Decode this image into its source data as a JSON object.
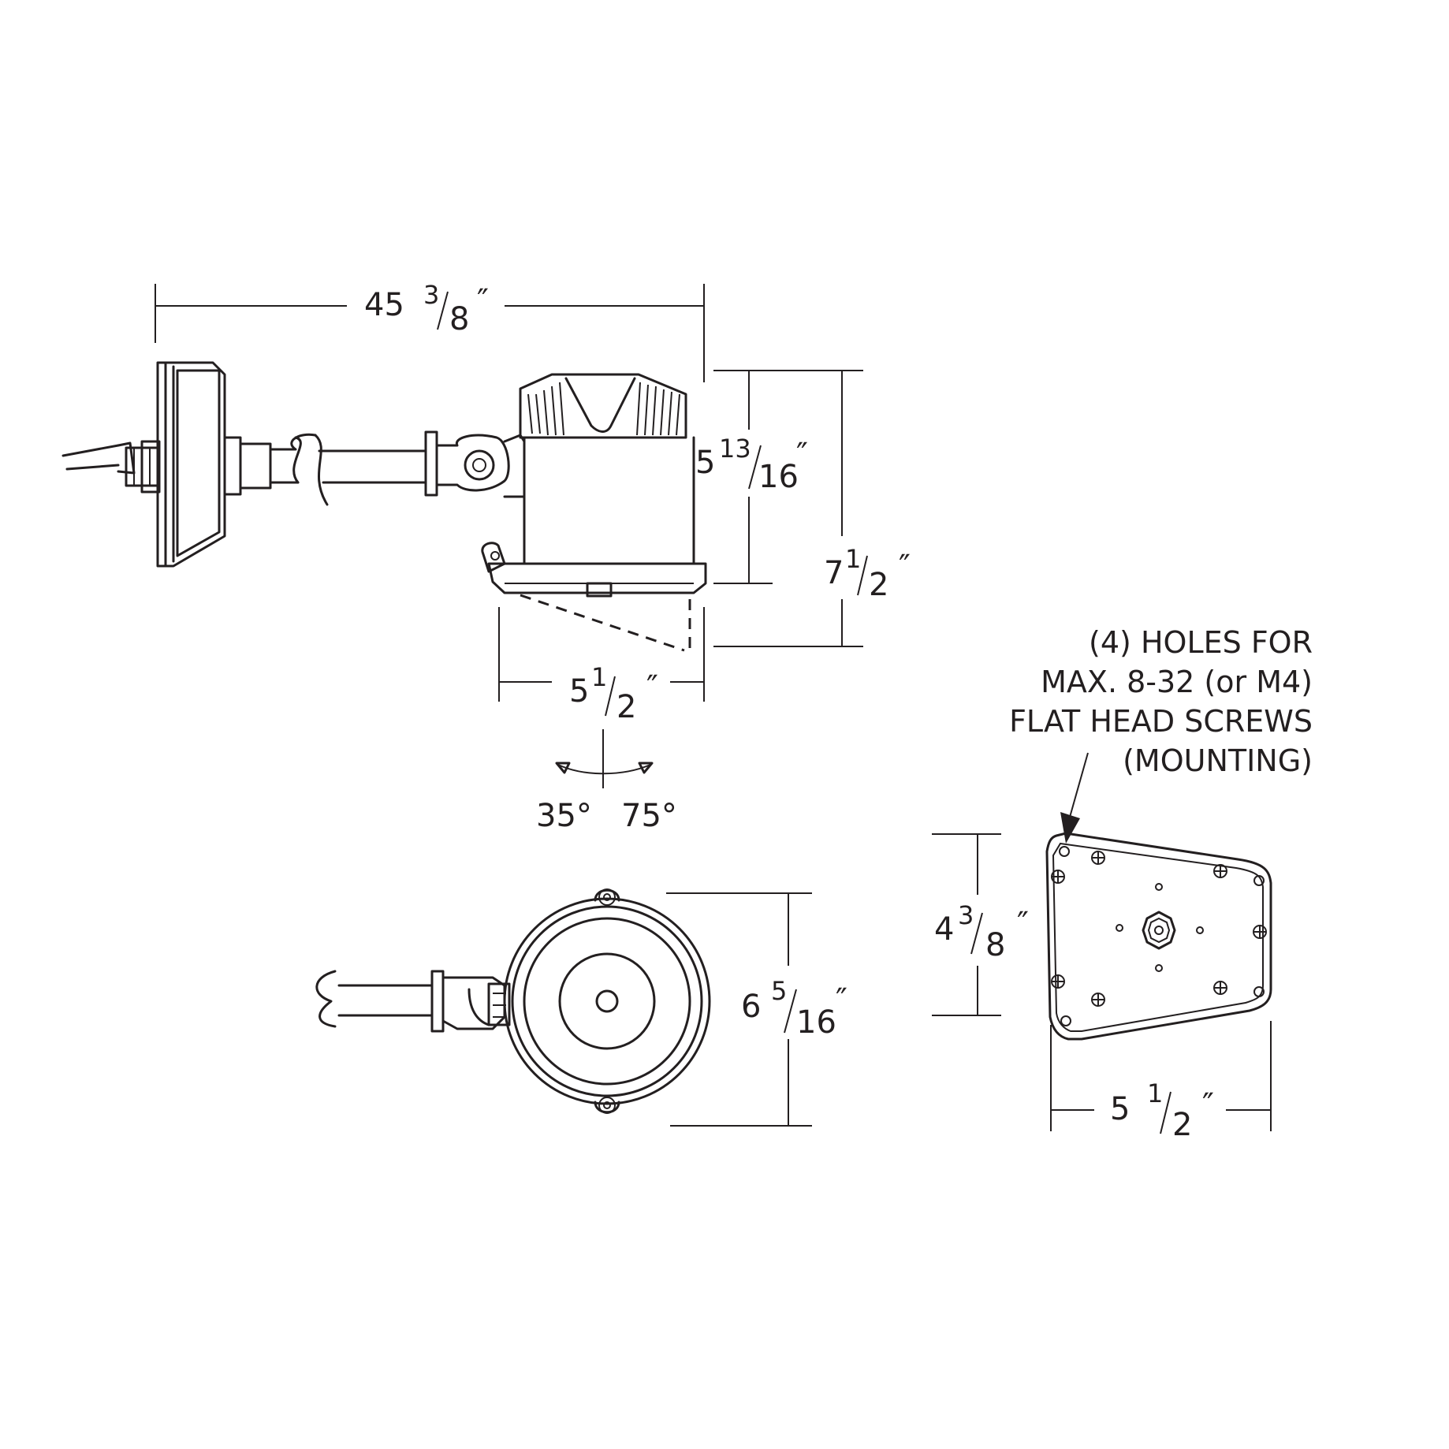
{
  "dimensions": {
    "overall_length": {
      "whole": "45",
      "num": "3",
      "den": "8",
      "unit": "″"
    },
    "head_height": {
      "whole": "5",
      "num": "13",
      "den": "16",
      "unit": "″"
    },
    "total_height": {
      "whole": "7",
      "num": "1",
      "den": "2",
      "unit": "″"
    },
    "head_width": {
      "whole": "5",
      "num": "1",
      "den": "2",
      "unit": "″"
    },
    "lens_diameter": {
      "whole": "6",
      "num": "5",
      "den": "16",
      "unit": "″"
    },
    "plate_height": {
      "whole": "4",
      "num": "3",
      "den": "8",
      "unit": "″"
    },
    "plate_width": {
      "whole": "5",
      "num": "1",
      "den": "2",
      "unit": "″"
    }
  },
  "tilt": {
    "left": "35°",
    "right": "75°"
  },
  "note": {
    "line1": "(4) HOLES FOR",
    "line2": "MAX. 8-32 (or M4)",
    "line3": "FLAT HEAD SCREWS",
    "line4": "(MOUNTING)"
  },
  "colors": {
    "line": "#231f20",
    "background": "#ffffff"
  }
}
